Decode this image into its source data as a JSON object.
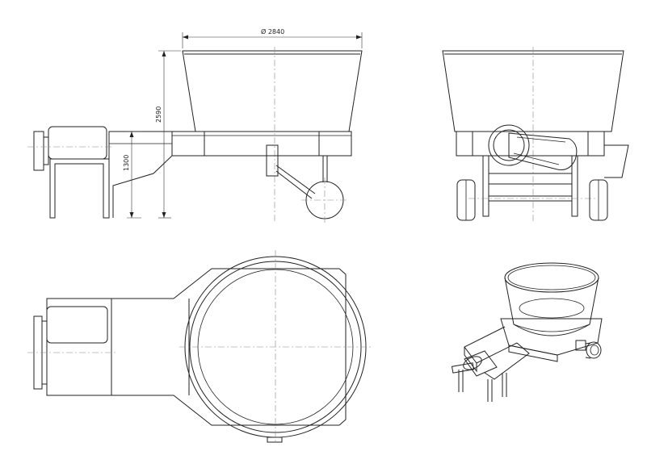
{
  "dimensions": {
    "diameter": "Ø 2840",
    "overall_height": "2590",
    "frame_height": "1300"
  }
}
